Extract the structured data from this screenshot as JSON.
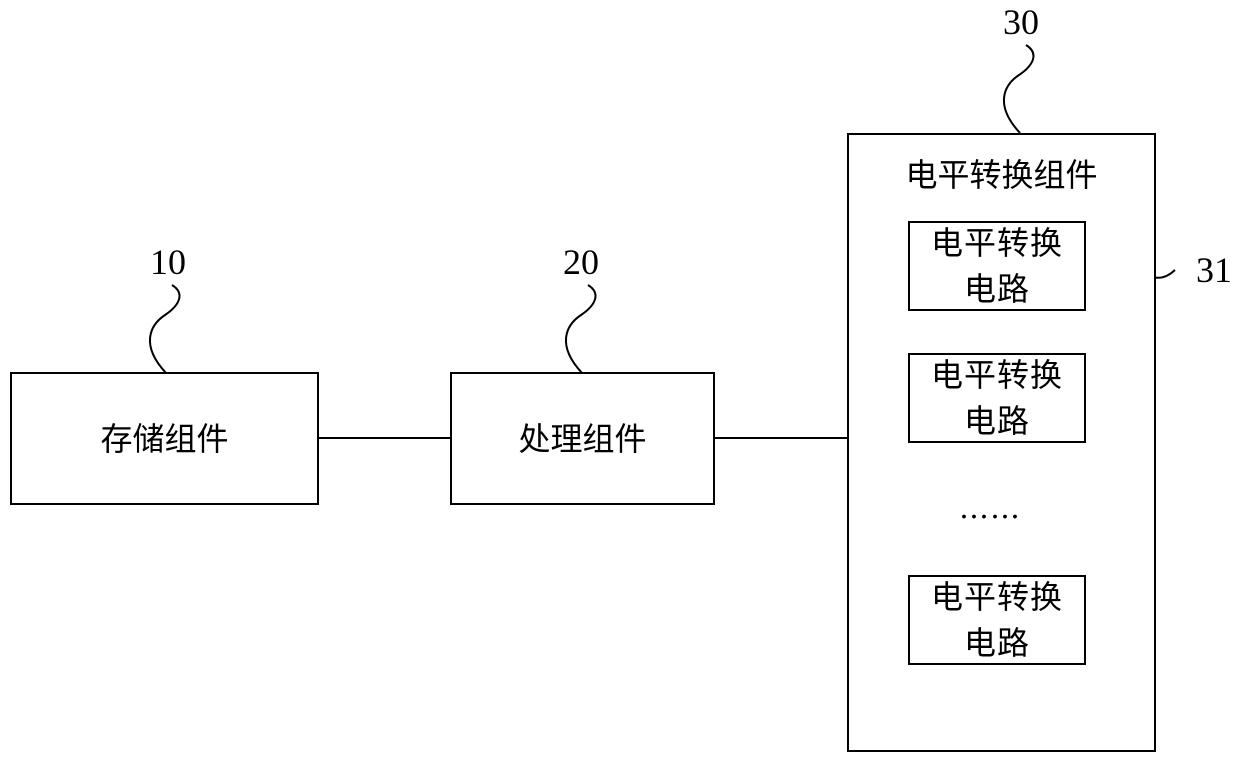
{
  "components": {
    "storage": {
      "label": "存储组件",
      "ref": "10"
    },
    "processing": {
      "label": "处理组件",
      "ref": "20"
    },
    "level_shift": {
      "label": "电平转换组件",
      "ref": "30",
      "circuit_ref": "31",
      "circuits": [
        {
          "line1": "电平转换",
          "line2": "电路"
        },
        {
          "line1": "电平转换",
          "line2": "电路"
        },
        {
          "line1": "电平转换",
          "line2": "电路"
        }
      ],
      "ellipsis": "……"
    }
  }
}
